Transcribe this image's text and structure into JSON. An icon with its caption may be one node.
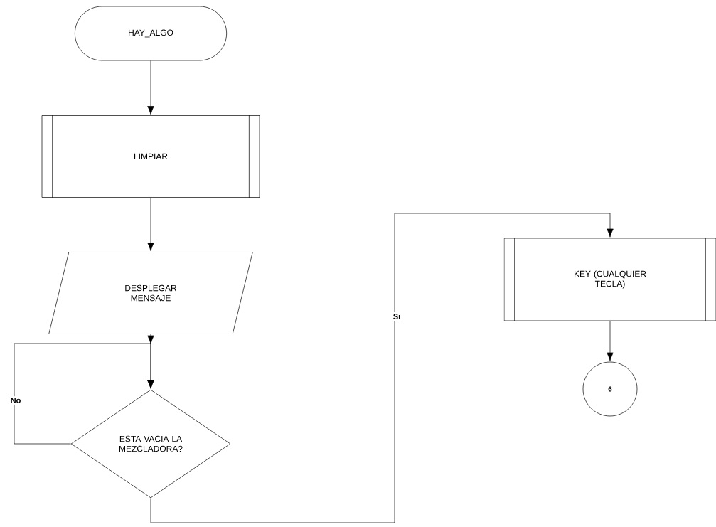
{
  "diagram": {
    "nodes": [
      {
        "text": [
          "HAY_ALGO"
        ]
      },
      {
        "text": [
          "LIMPIAR"
        ]
      },
      {
        "text": [
          "DESPLEGAR MENSAJE"
        ]
      },
      {
        "text": [
          "ESTA VACIA LA MEZCLADORA?"
        ]
      },
      {
        "text": [
          "KEY (CUALQUIER TECLA)"
        ]
      },
      {
        "text": [
          "6"
        ]
      }
    ],
    "edges": [
      {
        "from": 0,
        "to": 1,
        "arrow": "to"
      },
      {
        "from": 1,
        "to": 2,
        "arrow": "to"
      },
      {
        "from": 2,
        "to": 3,
        "arrow": "to"
      },
      {
        "from": 3,
        "to": 3,
        "arrow": "to",
        "label": "No"
      },
      {
        "from": 3,
        "to": 4,
        "arrow": "to",
        "label": "Si"
      },
      {
        "from": 4,
        "to": 5,
        "arrow": "to"
      }
    ]
  }
}
